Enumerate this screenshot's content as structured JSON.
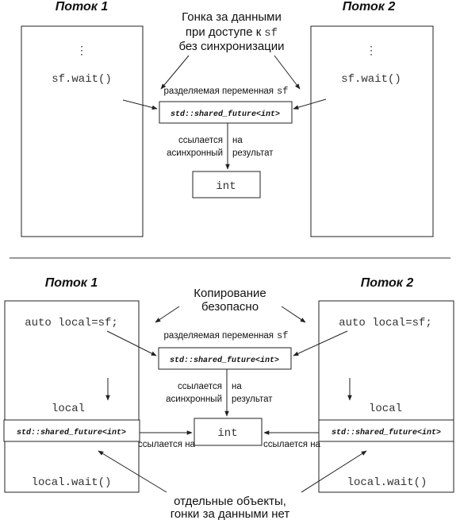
{
  "top": {
    "thread1_title": "Поток 1",
    "thread2_title": "Поток 2",
    "race_line1": "Гонка за данными",
    "race_line2_prefix": "при доступе к",
    "race_line2_code": "sf",
    "race_line3": "без синхронизации",
    "ellipsis": "⋮",
    "wait_call": "sf.wait()",
    "shared_var_label": "разделяемая переменная",
    "shared_var_code": "sf",
    "shared_future": "std::shared_future<int>",
    "refs_left_line1": "ссылается",
    "refs_left_line2": "асинхронный",
    "refs_right_line1": "на",
    "refs_right_line2": "результат",
    "int_box": "int"
  },
  "bottom": {
    "thread1_title": "Поток 1",
    "thread2_title": "Поток 2",
    "copy_line1": "Копирование",
    "copy_line2": "безопасно",
    "local_assign": "auto local=sf;",
    "local_name": "local",
    "shared_var_label": "разделяемая переменная",
    "shared_var_code": "sf",
    "shared_future": "std::shared_future<int>",
    "refs_left_line1": "ссылается",
    "refs_left_line2": "асинхронный",
    "refs_right_line1": "на",
    "refs_right_line2": "результат",
    "int_box": "int",
    "refers_to_left": "ссылается на",
    "refers_to_right": "ссылается на",
    "local_wait": "local.wait()",
    "separate_line1": "отдельные объекты,",
    "separate_line2": "гонки за данными нет"
  }
}
